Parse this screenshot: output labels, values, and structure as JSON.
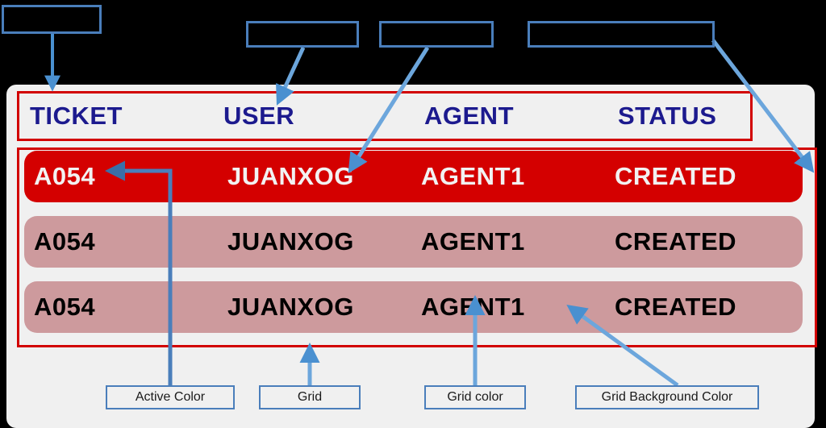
{
  "colors": {
    "page_background": "#000000",
    "panel_background": "#F0F0F0",
    "grid_outline": "#D20000",
    "header_text": "#1C1A8E",
    "active_row": "#D40000",
    "active_row_text": "#F2F2F2",
    "inactive_row": "#CD9A9D",
    "inactive_row_text": "#000000",
    "callout_border": "#4A7EBB",
    "arrow": "#4A90D0"
  },
  "callout_boxes": [
    {
      "name": "callout-box-ticket",
      "label": ""
    },
    {
      "name": "callout-box-user",
      "label": ""
    },
    {
      "name": "callout-box-agent",
      "label": ""
    },
    {
      "name": "callout-box-status",
      "label": ""
    }
  ],
  "grid": {
    "columns": [
      "TICKET",
      "USER",
      "AGENT",
      "STATUS"
    ],
    "rows": [
      {
        "ticket": "A054",
        "user": "JUANXOG",
        "agent": "AGENT1",
        "status": "CREATED",
        "active": true
      },
      {
        "ticket": "A054",
        "user": "JUANXOG",
        "agent": "AGENT1",
        "status": "CREATED",
        "active": false
      },
      {
        "ticket": "A054",
        "user": "JUANXOG",
        "agent": "AGENT1",
        "status": "CREATED",
        "active": false
      }
    ]
  },
  "legend": {
    "active_color": "Active Color",
    "grid": "Grid",
    "grid_color": "Grid color",
    "grid_background_color": "Grid Background Color"
  }
}
